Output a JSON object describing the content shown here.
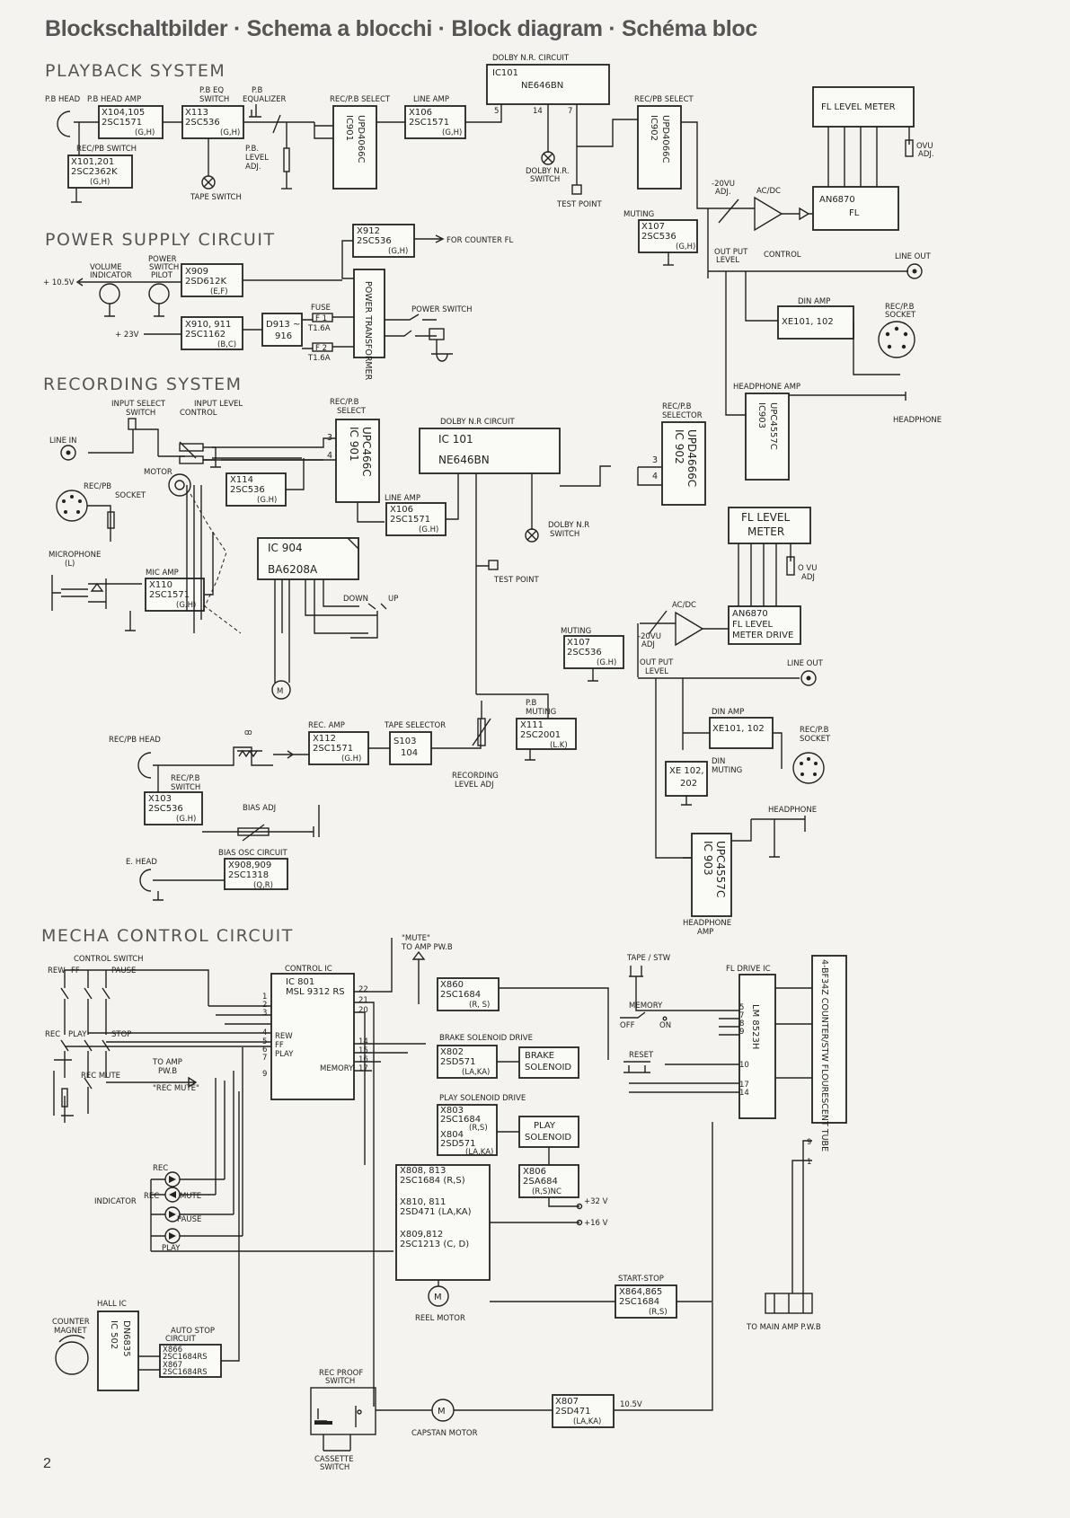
{
  "title": "Blockschaltbilder · Schema a blocchi · Block diagram · Schéma bloc",
  "page_number": "2",
  "sections": {
    "playback": "PLAYBACK SYSTEM",
    "power": "POWER SUPPLY CIRCUIT",
    "recording": "RECORDING SYSTEM",
    "mecha": "MECHA CONTROL CIRCUIT"
  },
  "playback": {
    "pb_head": "P.B HEAD",
    "pb_head_amp": "P.B HEAD AMP",
    "pb_head_amp_box": [
      "X104,105",
      "2SC1571",
      "(G,H)"
    ],
    "pb_eq_switch": [
      "P.B EQ",
      "SWITCH"
    ],
    "pb_eq_box": [
      "X113",
      "2SC536",
      "(G,H)"
    ],
    "pb_equalizer": [
      "P.B",
      "EQUALIZER"
    ],
    "pb_level_adj": [
      "P.B.",
      "LEVEL",
      "ADJ."
    ],
    "rec_pb_switch": "REC/PB SWITCH",
    "rec_pb_switch_box": [
      "X101,201",
      "2SC2362K",
      "(G,H)"
    ],
    "tape_switch": "TAPE SWITCH",
    "rec_pb_select1": "REC/P.B SELECT",
    "ic901": [
      "IC901",
      "UPD4066C"
    ],
    "line_amp": "LINE AMP",
    "line_amp_box": [
      "X106",
      "2SC1571",
      "(G,H)"
    ],
    "dolby_circuit": "DOLBY N.R. CIRCUIT",
    "dolby_box": [
      "IC101",
      "NE646BN"
    ],
    "pins": [
      "5",
      "14",
      "7"
    ],
    "dolby_switch": [
      "DOLBY N.R.",
      "SWITCH"
    ],
    "test_point": "TEST POINT",
    "rec_pb_select2": "REC/PB SELECT",
    "ic902": [
      "IC902",
      "UPD4066C"
    ],
    "fl_level_meter": "FL LEVEL METER",
    "ovu_adj": [
      "OVU",
      "ADJ."
    ],
    "an6870": [
      "AN6870",
      "FL"
    ],
    "m20vu_adj": [
      "-20VU",
      "ADJ."
    ],
    "ac_dc": "AC/DC",
    "muting": "MUTING",
    "muting_box": [
      "X107",
      "2SC536",
      "(G,H)"
    ],
    "output_level": [
      "OUT PUT",
      "LEVEL"
    ],
    "control": "CONTROL",
    "line_out": "LINE OUT",
    "din_amp": "DIN AMP",
    "din_amp_box": "XE101, 102",
    "rec_pb_socket": [
      "REC/P.B",
      "SOCKET"
    ],
    "headphone_amp": "HEADPHONE AMP",
    "ic903": [
      "IC903",
      "UPC4557C"
    ],
    "headphone": "HEADPHONE"
  },
  "power": {
    "x912": [
      "X912",
      "2SC536",
      "(G,H)"
    ],
    "for_counter": "FOR COUNTER FL",
    "volume_indicator": [
      "VOLUME",
      "INDICATOR"
    ],
    "power_switch_pilot": [
      "POWER",
      "SWITCH",
      "PILOT"
    ],
    "x909": [
      "X909",
      "2SD612K",
      "(E,F)"
    ],
    "plus105": "+ 10.5V",
    "x910": [
      "X910, 911",
      "2SC1162",
      "(B,C)"
    ],
    "plus23": "+ 23V",
    "d913": [
      "D913 ~",
      "916"
    ],
    "fuse": "FUSE",
    "f1": "F 1",
    "t16a": "T1.6A",
    "f2": "F 2",
    "transformer": "POWER TRANSFORMER",
    "power_switch": "POWER SWITCH"
  },
  "recording": {
    "input_select": [
      "INPUT SELECT",
      "SWITCH"
    ],
    "input_level": [
      "INPUT LEVEL",
      "CONTROL"
    ],
    "line_in": "LINE IN",
    "motor": "MOTOR",
    "rec_pb_socket": [
      "REC/PB",
      "SOCKET"
    ],
    "x114": [
      "X114",
      "2SC536",
      "(G.H)"
    ],
    "rec_pb_select": [
      "REC/P.B",
      "SELECT"
    ],
    "ic901": [
      "IC 901",
      "UPC466C"
    ],
    "pins_a": [
      "3",
      "4"
    ],
    "line_amp": "LINE AMP",
    "x106": [
      "X106",
      "2SC1571",
      "(G.H)"
    ],
    "dolby_circuit": "DOLBY N.R CIRCUIT",
    "dolby_box": [
      "IC 101",
      "NE646BN"
    ],
    "dolby_switch": [
      "DOLBY N.R",
      "SWITCH"
    ],
    "test_point": "TEST POINT",
    "rec_pb_selector": [
      "REC/P.B",
      "SELECTOR"
    ],
    "ic902": [
      "IC 902",
      "UPD4666C"
    ],
    "pins_b": [
      "3",
      "4"
    ],
    "fl_level_meter": [
      "FL LEVEL",
      "METER"
    ],
    "ovu_adj": [
      "O VU",
      "ADJ"
    ],
    "an6870": [
      "AN6870",
      "FL LEVEL",
      "METER DRIVE"
    ],
    "ac_dc": "AC/DC",
    "m20vu": [
      "-20VU",
      "ADJ"
    ],
    "muting": "MUTING",
    "x107": [
      "X107",
      "2SC536",
      "(G.H)"
    ],
    "output_level": [
      "OUT PUT",
      "LEVEL"
    ],
    "line_out": "LINE OUT",
    "microphone": [
      "MICROPHONE",
      "(L)"
    ],
    "mic_amp": "MIC AMP",
    "x110": [
      "X110",
      "2SC1571",
      "(G.H)"
    ],
    "ic904": [
      "IC 904",
      "BA6208A"
    ],
    "down": "DOWN",
    "up": "UP",
    "pb_muting": [
      "P.B",
      "MUTING"
    ],
    "x111": [
      "X111",
      "2SC2001",
      "(L.K)"
    ],
    "din_amp": "DIN AMP",
    "din_box": "XE101, 102",
    "rec_pb_socket2": [
      "REC/P.B",
      "SOCKET"
    ],
    "rec_pb_head": "REC/PB HEAD",
    "rec_amp": "REC. AMP",
    "x112": [
      "X112",
      "2SC1571",
      "(G.H)"
    ],
    "tape_selector": "TAPE SELECTOR",
    "s103": [
      "S103",
      "104"
    ],
    "rec_level_adj": [
      "RECORDING",
      "LEVEL ADJ"
    ],
    "xe102": [
      "XE 102,",
      "202"
    ],
    "din_muting": [
      "DIN",
      "MUTING"
    ],
    "headphone": "HEADPHONE",
    "rec_pb_switch": [
      "REC/P.B",
      "SWITCH"
    ],
    "x103": [
      "X103",
      "2SC536",
      "(G.H)"
    ],
    "bias_adj": "BIAS ADJ",
    "e_head": "E. HEAD",
    "bias_osc": "BIAS OSC CIRCUIT",
    "x908": [
      "X908,909",
      "2SC1318",
      "(Q,R)"
    ],
    "ic903": [
      "IC 903",
      "UPC4557C"
    ],
    "headphone_amp": [
      "HEADPHONE",
      "AMP"
    ]
  },
  "mecha": {
    "control_switch": "CONTROL SWITCH",
    "rew": "REW",
    "ff": "FF",
    "pause": "PAUSE",
    "rec": "REC",
    "play": "PLAY",
    "stop": "STOP",
    "rec_mute": "REC MUTE",
    "to_amp": [
      "TO AMP",
      "PW.B"
    ],
    "rec_mute_q": "\"REC MUTE\"",
    "control_ic": "CONTROL IC",
    "ic801": [
      "IC 801",
      "MSL 9312 RS"
    ],
    "ic_pins_left": [
      "1",
      "2",
      "3",
      "4",
      "5",
      "6",
      "7",
      "9"
    ],
    "ic_pins_right": [
      "22",
      "21",
      "20",
      "14",
      "15",
      "16",
      "17"
    ],
    "ic_inner": [
      "REW",
      "FF",
      "PLAY",
      "MEMORY"
    ],
    "mute_to_amp": [
      "\"MUTE\"",
      "TO AMP PW.B"
    ],
    "x860": [
      "X860",
      "2SC1684",
      "(R, S)"
    ],
    "brake_drive": "BRAKE SOLENOID DRIVE",
    "x802": [
      "X802",
      "2SD571",
      "(LA,KA)"
    ],
    "brake_solenoid": [
      "BRAKE",
      "SOLENOID"
    ],
    "play_drive": "PLAY SOLENOID DRIVE",
    "x803": [
      "X803",
      "2SC1684",
      "(R,S)",
      "X804",
      "2SD571",
      "(LA,KA)"
    ],
    "play_solenoid": [
      "PLAY",
      "SOLENOID"
    ],
    "x806": [
      "X806",
      "2SA684",
      "(R,S)NC"
    ],
    "tape_stw": "TAPE / STW",
    "memory": "MEMORY",
    "off": "OFF",
    "on": "ON",
    "reset": "RESET",
    "fl_drive_ic": "FL DRIVE IC",
    "lm8523h": "LM 8523H",
    "fl_pins": [
      "5",
      "7",
      "8",
      "9",
      "10",
      "17",
      "14",
      "9",
      "1"
    ],
    "fl_tube": "4-BF34Z COUNTER/STW FLOURESCENT TUBE",
    "indicator": "INDICATOR",
    "ind_rec": "REC",
    "ind_rec2": "REC",
    "ind_mute": "MUTE",
    "ind_pause": "PAUSE",
    "ind_play": "PLAY",
    "x808": [
      "X808, 813",
      "2SC1684 (R,S)"
    ],
    "plus32": "+32 V",
    "x810": [
      "X810, 811",
      "2SD471 (LA,KA)"
    ],
    "plus16": "+16 V",
    "x809": [
      "X809,812",
      "2SC1213 (C, D)"
    ],
    "reel_motor": "REEL MOTOR",
    "start_stop": "START-STOP",
    "x864": [
      "X864,865",
      "2SC1684",
      "(R,S)"
    ],
    "to_main_amp": "TO MAIN AMP P.W.B",
    "hall_ic": "HALL IC",
    "ic502": [
      "IC 502",
      "DN6835"
    ],
    "counter_magnet": [
      "COUNTER",
      "MAGNET"
    ],
    "auto_stop": [
      "AUTO STOP",
      "CIRCUIT"
    ],
    "x866": [
      "X866",
      "2SC1684RS",
      "X867",
      "2SC1684RS"
    ],
    "rec_proof": [
      "REC PROOF",
      "SWITCH"
    ],
    "cassette_switch": [
      "CASSETTE",
      "SWITCH"
    ],
    "capstan_motor": "CAPSTAN MOTOR",
    "x807": [
      "X807",
      "2SD471",
      "(LA,KA)"
    ],
    "v105": "10.5V"
  }
}
